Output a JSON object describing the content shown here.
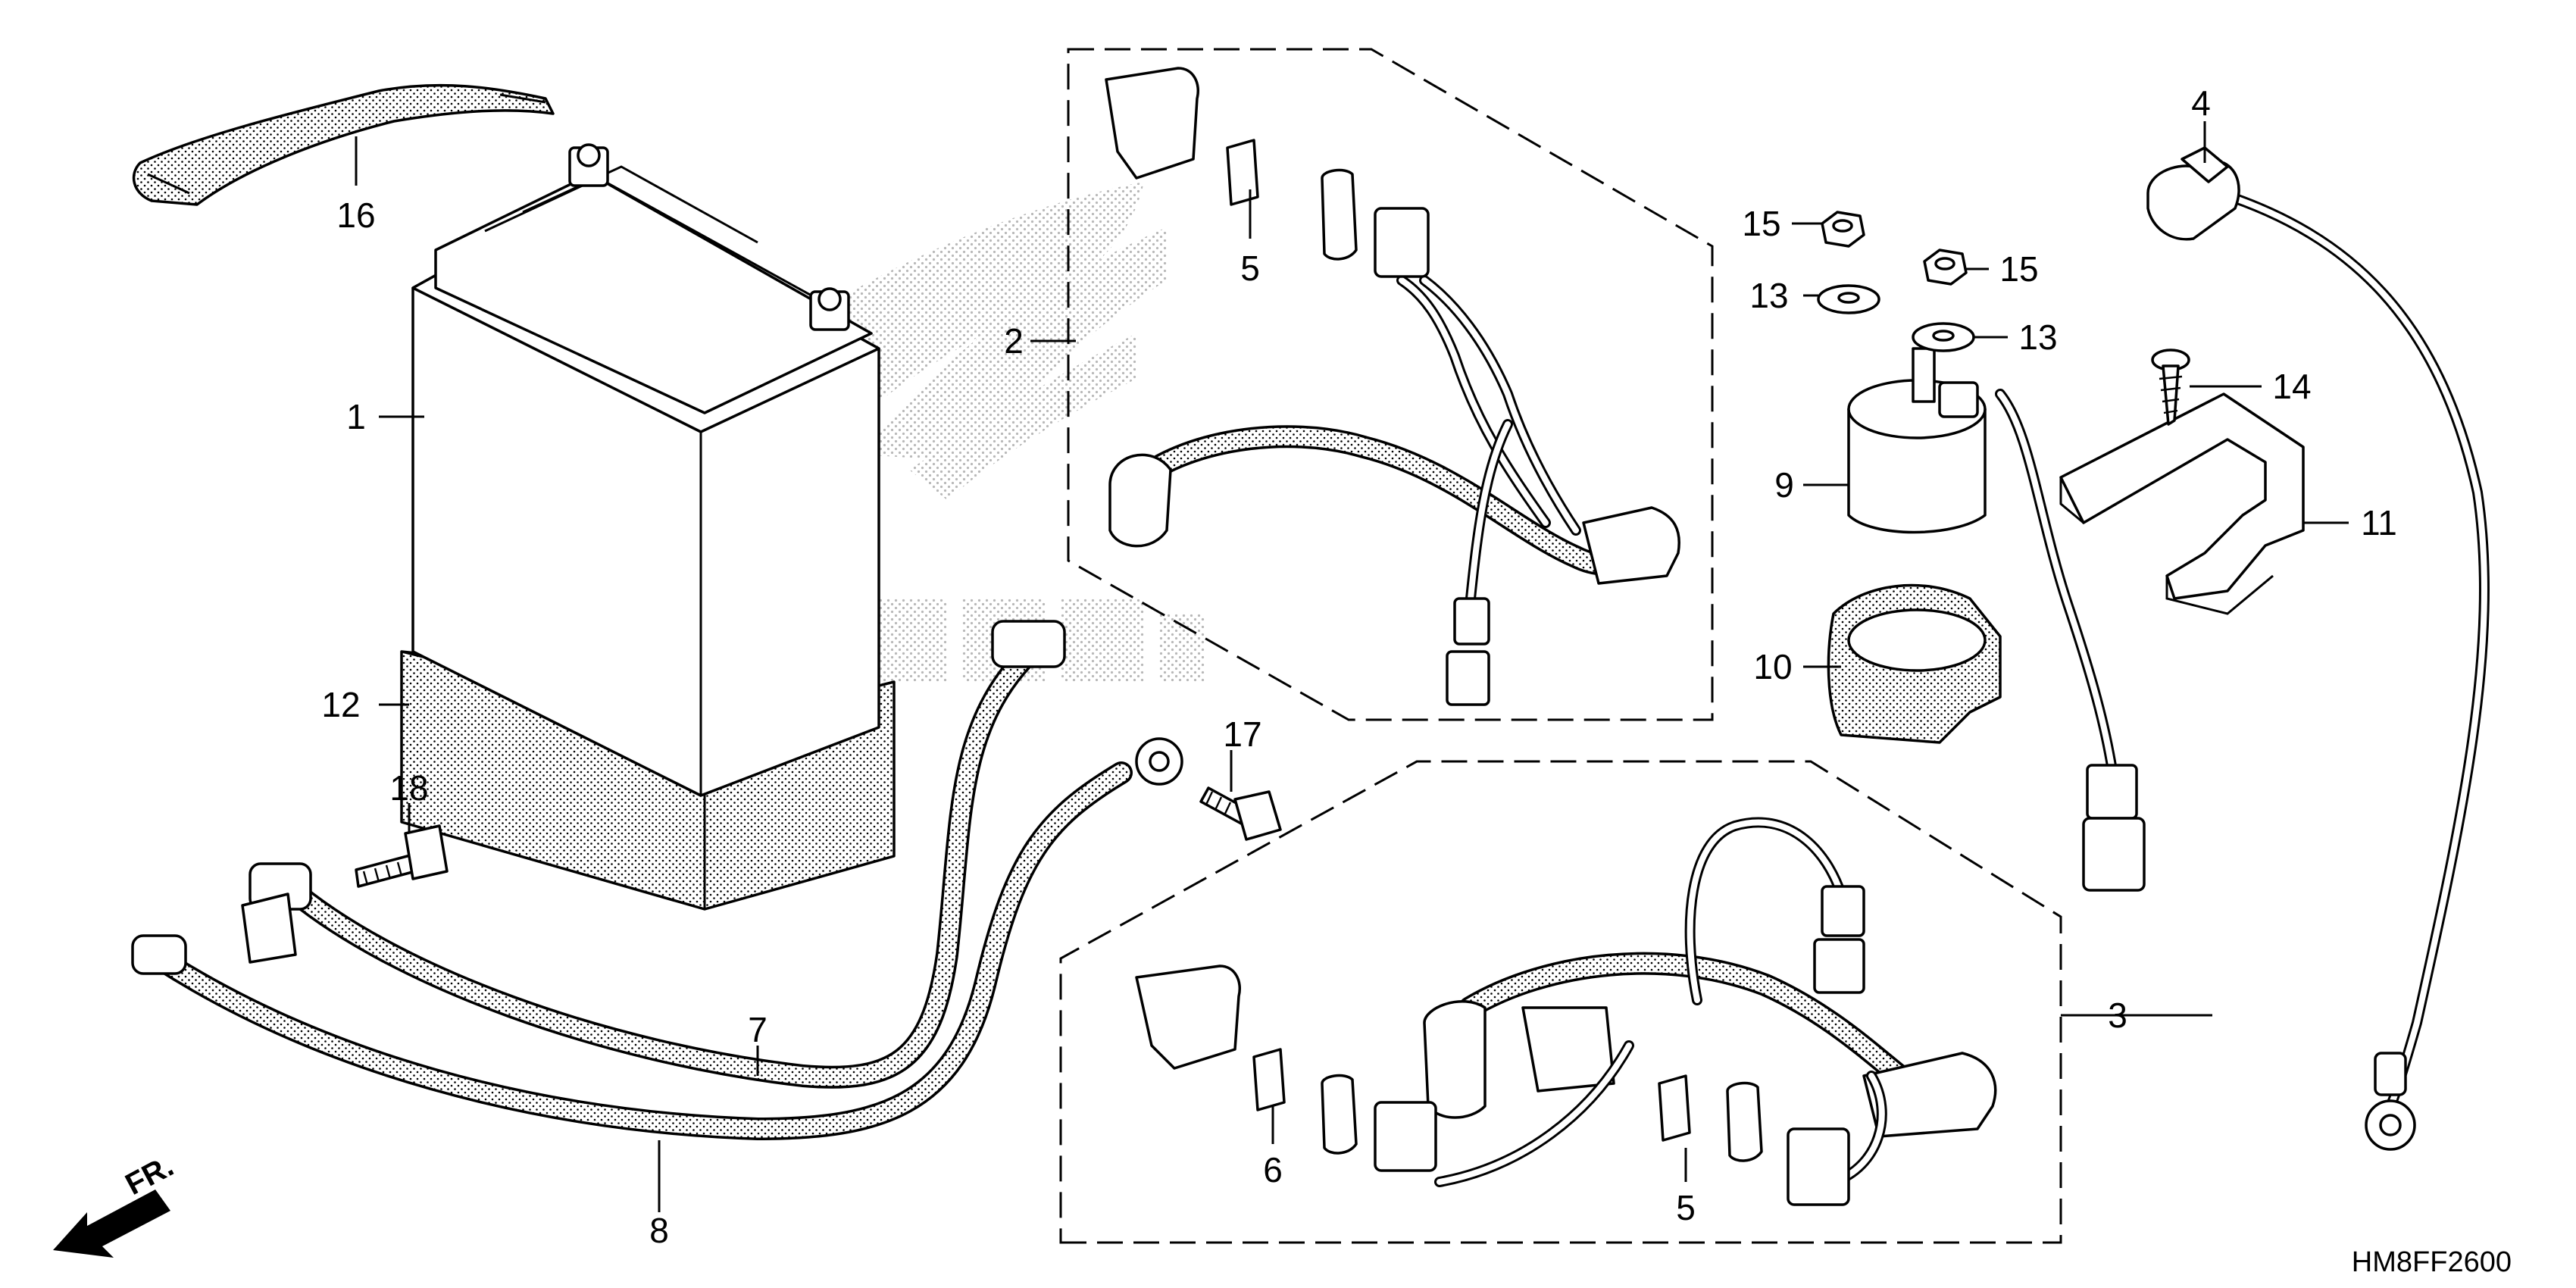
{
  "diagram_code": "HM8FF2600",
  "direction_label": "FR.",
  "callouts": [
    {
      "id": "c1",
      "number": "1"
    },
    {
      "id": "c2",
      "number": "2"
    },
    {
      "id": "c3",
      "number": "3"
    },
    {
      "id": "c4",
      "number": "4"
    },
    {
      "id": "c5a",
      "number": "5"
    },
    {
      "id": "c5b",
      "number": "5"
    },
    {
      "id": "c6",
      "number": "6"
    },
    {
      "id": "c7",
      "number": "7"
    },
    {
      "id": "c8",
      "number": "8"
    },
    {
      "id": "c9",
      "number": "9"
    },
    {
      "id": "c10",
      "number": "10"
    },
    {
      "id": "c11",
      "number": "11"
    },
    {
      "id": "c12",
      "number": "12"
    },
    {
      "id": "c13a",
      "number": "13"
    },
    {
      "id": "c13b",
      "number": "13"
    },
    {
      "id": "c14",
      "number": "14"
    },
    {
      "id": "c15a",
      "number": "15"
    },
    {
      "id": "c15b",
      "number": "15"
    },
    {
      "id": "c16",
      "number": "16"
    },
    {
      "id": "c17",
      "number": "17"
    },
    {
      "id": "c18",
      "number": "18"
    }
  ],
  "colors": {
    "line": "#000000",
    "background": "#ffffff",
    "watermark": "#b8b8b8"
  },
  "icons": [
    "front-direction-arrow-icon",
    "honda-wing-watermark"
  ]
}
